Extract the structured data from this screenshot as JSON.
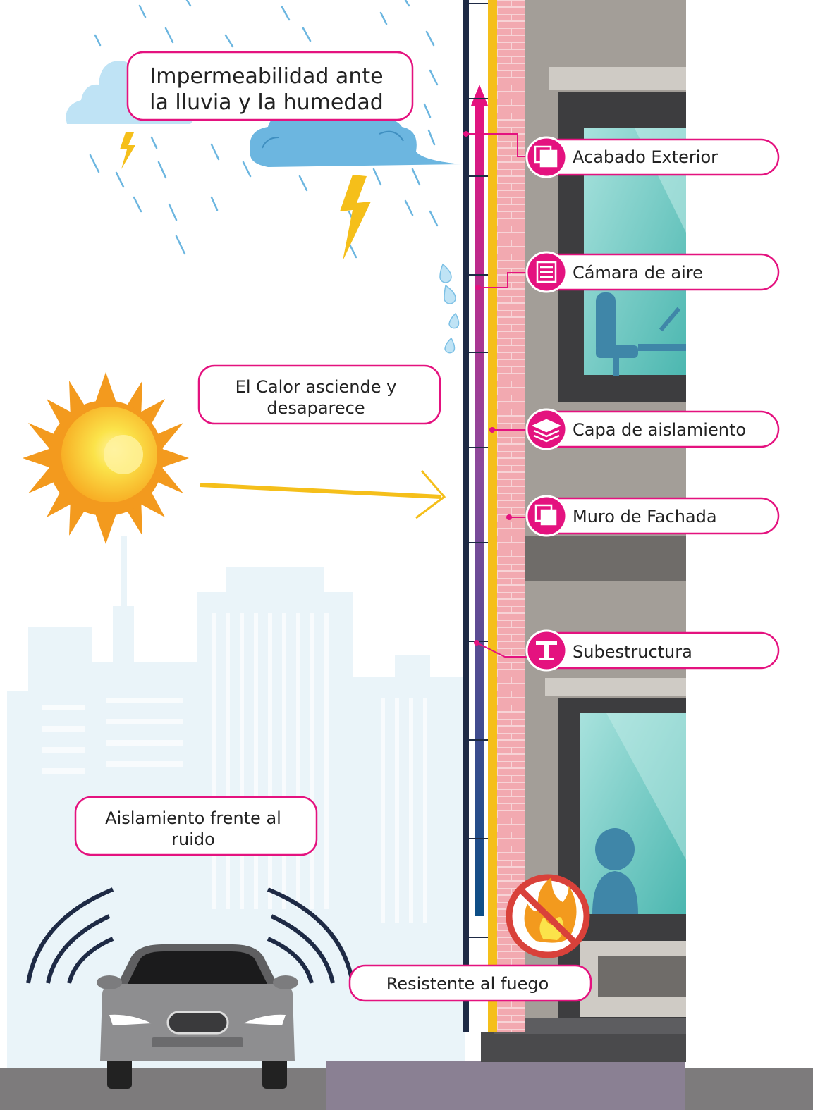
{
  "callouts": {
    "rain_line1": "Impermeabilidad ante",
    "rain_line2": "la lluvia y la humedad",
    "heat_line1": "El Calor asciende y",
    "heat_line2": "desaparece",
    "noise_line1": "Aislamiento frente al",
    "noise_line2": "ruido",
    "fire": "Resistente al fuego"
  },
  "layers": [
    {
      "label": "Acabado Exterior",
      "icon": "exterior-finish-icon"
    },
    {
      "label": "Cámara de aire",
      "icon": "air-chamber-icon"
    },
    {
      "label": "Capa de aislamiento",
      "icon": "insulation-layer-icon"
    },
    {
      "label": "Muro de Fachada",
      "icon": "facade-wall-icon"
    },
    {
      "label": "Subestructura",
      "icon": "substructure-icon"
    }
  ],
  "colors": {
    "accent": "#e4127f",
    "brick": "#f2a9b0",
    "insulation": "#f5bf1a",
    "rain": "#6cb6e0",
    "sun": "#f39a1e",
    "building": "#a39e98",
    "window_glass": "#7fd0cc"
  }
}
